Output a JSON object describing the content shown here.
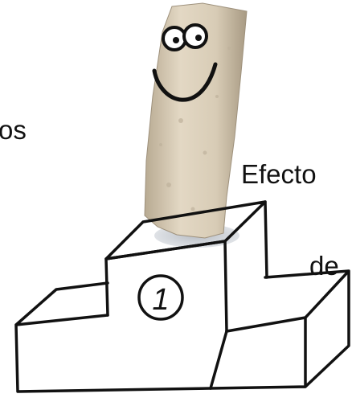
{
  "text_fragments": {
    "line1": "os",
    "line2": "Efecto",
    "line3": "de"
  },
  "podium": {
    "first_place_number": "1"
  },
  "colors": {
    "ink": "#111111",
    "chalk_light": "#e3d8c4",
    "chalk_mid": "#cdbfa7",
    "chalk_dark": "#a89a83",
    "shadow": "#c9cdd2",
    "background": "#ffffff"
  }
}
